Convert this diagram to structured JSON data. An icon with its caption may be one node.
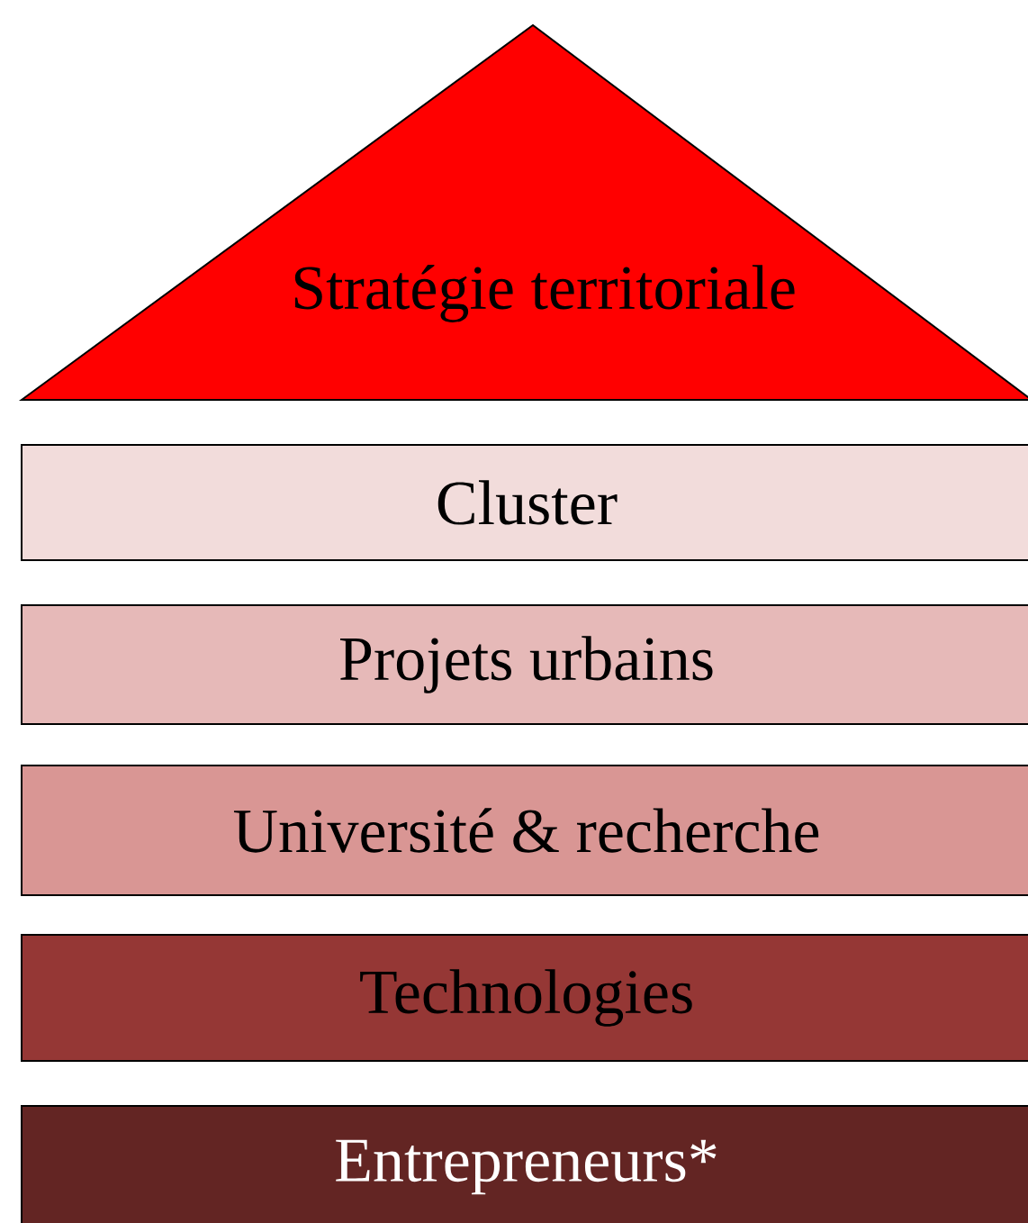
{
  "diagram": {
    "nodes": [
      {
        "text": [
          "Stratégie territoriale"
        ]
      },
      {
        "text": [
          "Cluster"
        ]
      },
      {
        "text": [
          "Projets urbains"
        ]
      },
      {
        "text": [
          "Université & recherche"
        ]
      },
      {
        "text": [
          "Technologies"
        ]
      },
      {
        "text": [
          "Entrepreneurs*"
        ]
      }
    ]
  }
}
